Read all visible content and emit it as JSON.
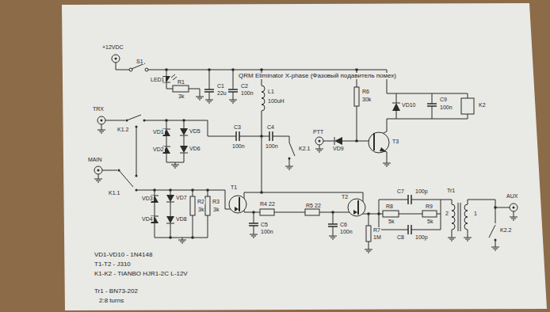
{
  "diagram": {
    "title": "QRM Eliminator X-phase (Фазовый подавитель помех)",
    "labels": [
      "+12VDC",
      "S1",
      "LED1",
      "R1",
      "3k",
      "C1",
      "22u",
      "C2",
      "100n",
      "L1",
      "100uH",
      "R6",
      "30k",
      "VD10",
      "C9",
      "100n",
      "K2",
      "TRX",
      "K1.2",
      "VD1",
      "VD5",
      "VD2",
      "VD6",
      "C3",
      "100n",
      "C4",
      "100n",
      "K2.1",
      "PTT",
      "VD9",
      "T3",
      "MAIN",
      "K1.1",
      "VD3",
      "VD7",
      "VD4",
      "VD8",
      "R2",
      "3k",
      "R3",
      "3k",
      "T1",
      "R4",
      "22",
      "C5",
      "100n",
      "R5",
      "22",
      "C6",
      "100n",
      "T2",
      "R7",
      "1M",
      "C7",
      "100p",
      "R8",
      "5k",
      "R9",
      "5k",
      "C8",
      "100p",
      "Tr1",
      "2",
      "1",
      "AUX",
      "K2.2",
      "VD1-VD10 - 1N4148",
      "T1-T2 - J310",
      "K1-K2 - TIANBO HJR1-2C L-12V",
      "Tr1 - BN73-202",
      "2:8 turns"
    ]
  }
}
